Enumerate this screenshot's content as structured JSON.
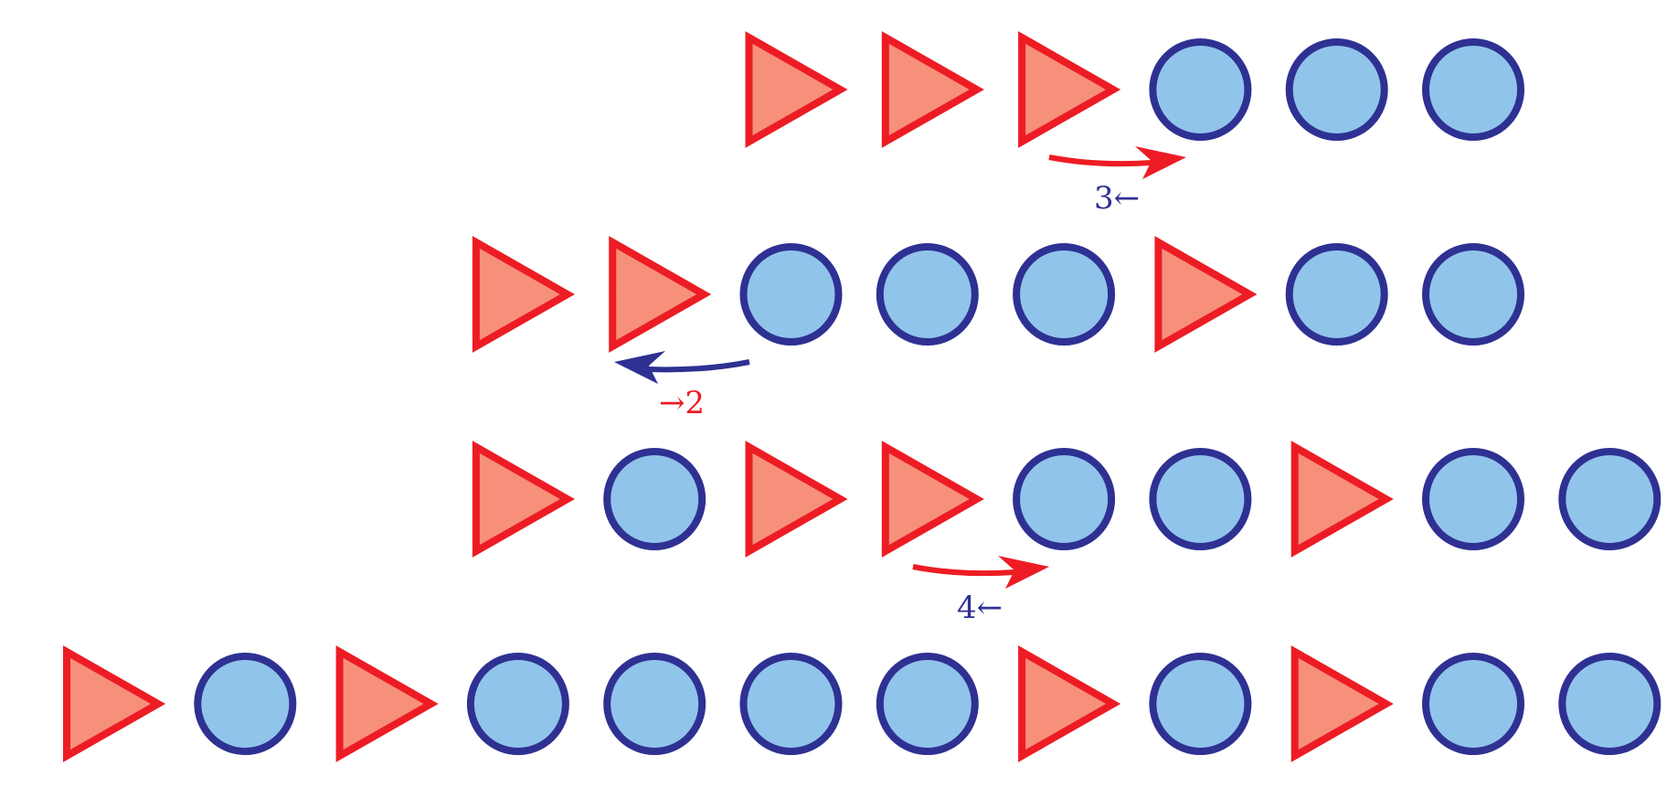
{
  "colors": {
    "triangle_fill": "#f7907a",
    "triangle_stroke": "#ed1c24",
    "circle_fill": "#91c4eb",
    "circle_stroke": "#2e3192",
    "arrow_red": "#ed1c24",
    "arrow_blue": "#2e3192"
  },
  "rows": [
    {
      "sequence": [
        "triangle",
        "triangle",
        "triangle",
        "circle",
        "circle",
        "circle"
      ]
    },
    {
      "sequence": [
        "triangle",
        "triangle",
        "circle",
        "circle",
        "circle",
        "triangle",
        "circle",
        "circle"
      ]
    },
    {
      "sequence": [
        "triangle",
        "circle",
        "triangle",
        "triangle",
        "circle",
        "circle",
        "triangle",
        "circle",
        "circle"
      ]
    },
    {
      "sequence": [
        "triangle",
        "circle",
        "triangle",
        "circle",
        "circle",
        "circle",
        "circle",
        "triangle",
        "circle",
        "triangle",
        "circle",
        "circle"
      ]
    }
  ],
  "moves": [
    {
      "direction": "right",
      "color": "red",
      "label": "3←",
      "label_color": "blue"
    },
    {
      "direction": "left",
      "color": "blue",
      "label": "→2",
      "label_color": "red"
    },
    {
      "direction": "right",
      "color": "red",
      "label": "4←",
      "label_color": "blue"
    }
  ]
}
